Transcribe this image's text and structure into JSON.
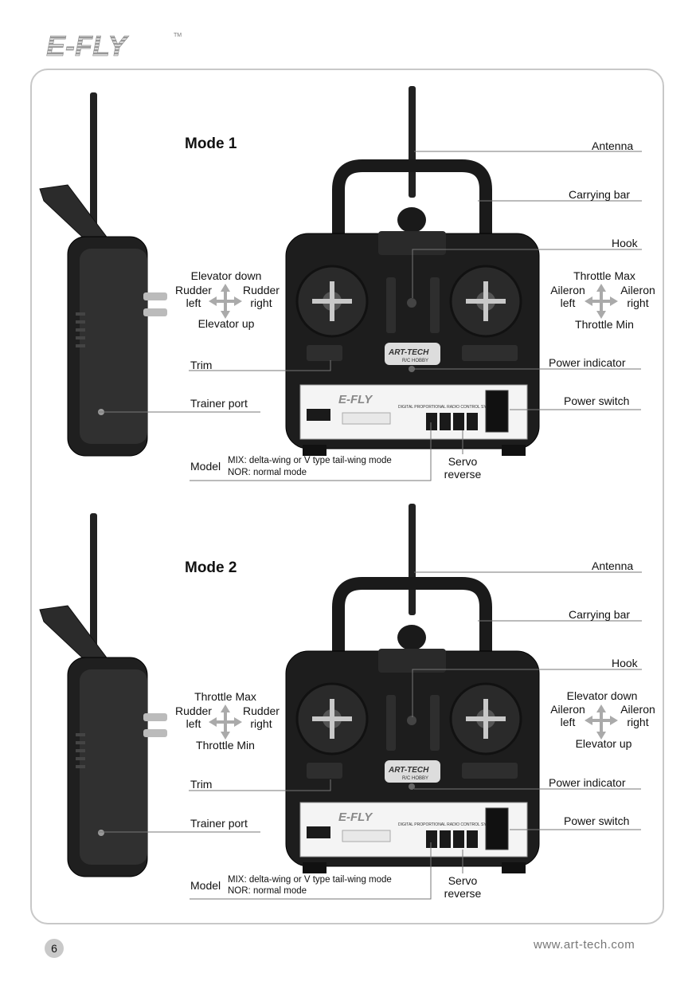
{
  "brand": "E-FLY",
  "brand_tm": "TM",
  "page_number": "6",
  "website": "www.art-tech.com",
  "transmitter_print": {
    "brand": "ART-TECH",
    "sub": "R/C HOBBY",
    "panel_logo": "E-FLY",
    "system_text": "DIGITAL PROPORTIONAL RADIO CONTROL SYSTEM"
  },
  "modes": [
    {
      "title": "Mode 1",
      "left_stick": {
        "up": "Elevator down",
        "left": "Rudder\nleft",
        "right": "Rudder\nright",
        "down": "Elevator up"
      },
      "right_stick": {
        "up": "Throttle Max",
        "left": "Aileron\nleft",
        "right": "Aileron\nright",
        "down": "Throttle Min"
      },
      "callouts": {
        "antenna": "Antenna",
        "carrying_bar": "Carrying bar",
        "hook": "Hook",
        "trim": "Trim",
        "power_indicator": "Power indicator",
        "trainer_port": "Trainer port",
        "power_switch": "Power switch",
        "model": "Model",
        "mix": "MIX: delta-wing or V type tail-wing mode",
        "nor": "NOR: normal mode",
        "servo": "Servo\nreverse"
      }
    },
    {
      "title": "Mode 2",
      "left_stick": {
        "up": "Throttle Max",
        "left": "Rudder\nleft",
        "right": "Rudder\nright",
        "down": "Throttle Min"
      },
      "right_stick": {
        "up": "Elevator down",
        "left": "Aileron\nleft",
        "right": "Aileron\nright",
        "down": "Elevator up"
      },
      "callouts": {
        "antenna": "Antenna",
        "carrying_bar": "Carrying bar",
        "hook": "Hook",
        "trim": "Trim",
        "power_indicator": "Power indicator",
        "trainer_port": "Trainer port",
        "power_switch": "Power switch",
        "model": "Model",
        "mix": "MIX: delta-wing or V type tail-wing mode",
        "nor": "NOR: normal mode",
        "servo": "Servo\nreverse"
      }
    }
  ]
}
